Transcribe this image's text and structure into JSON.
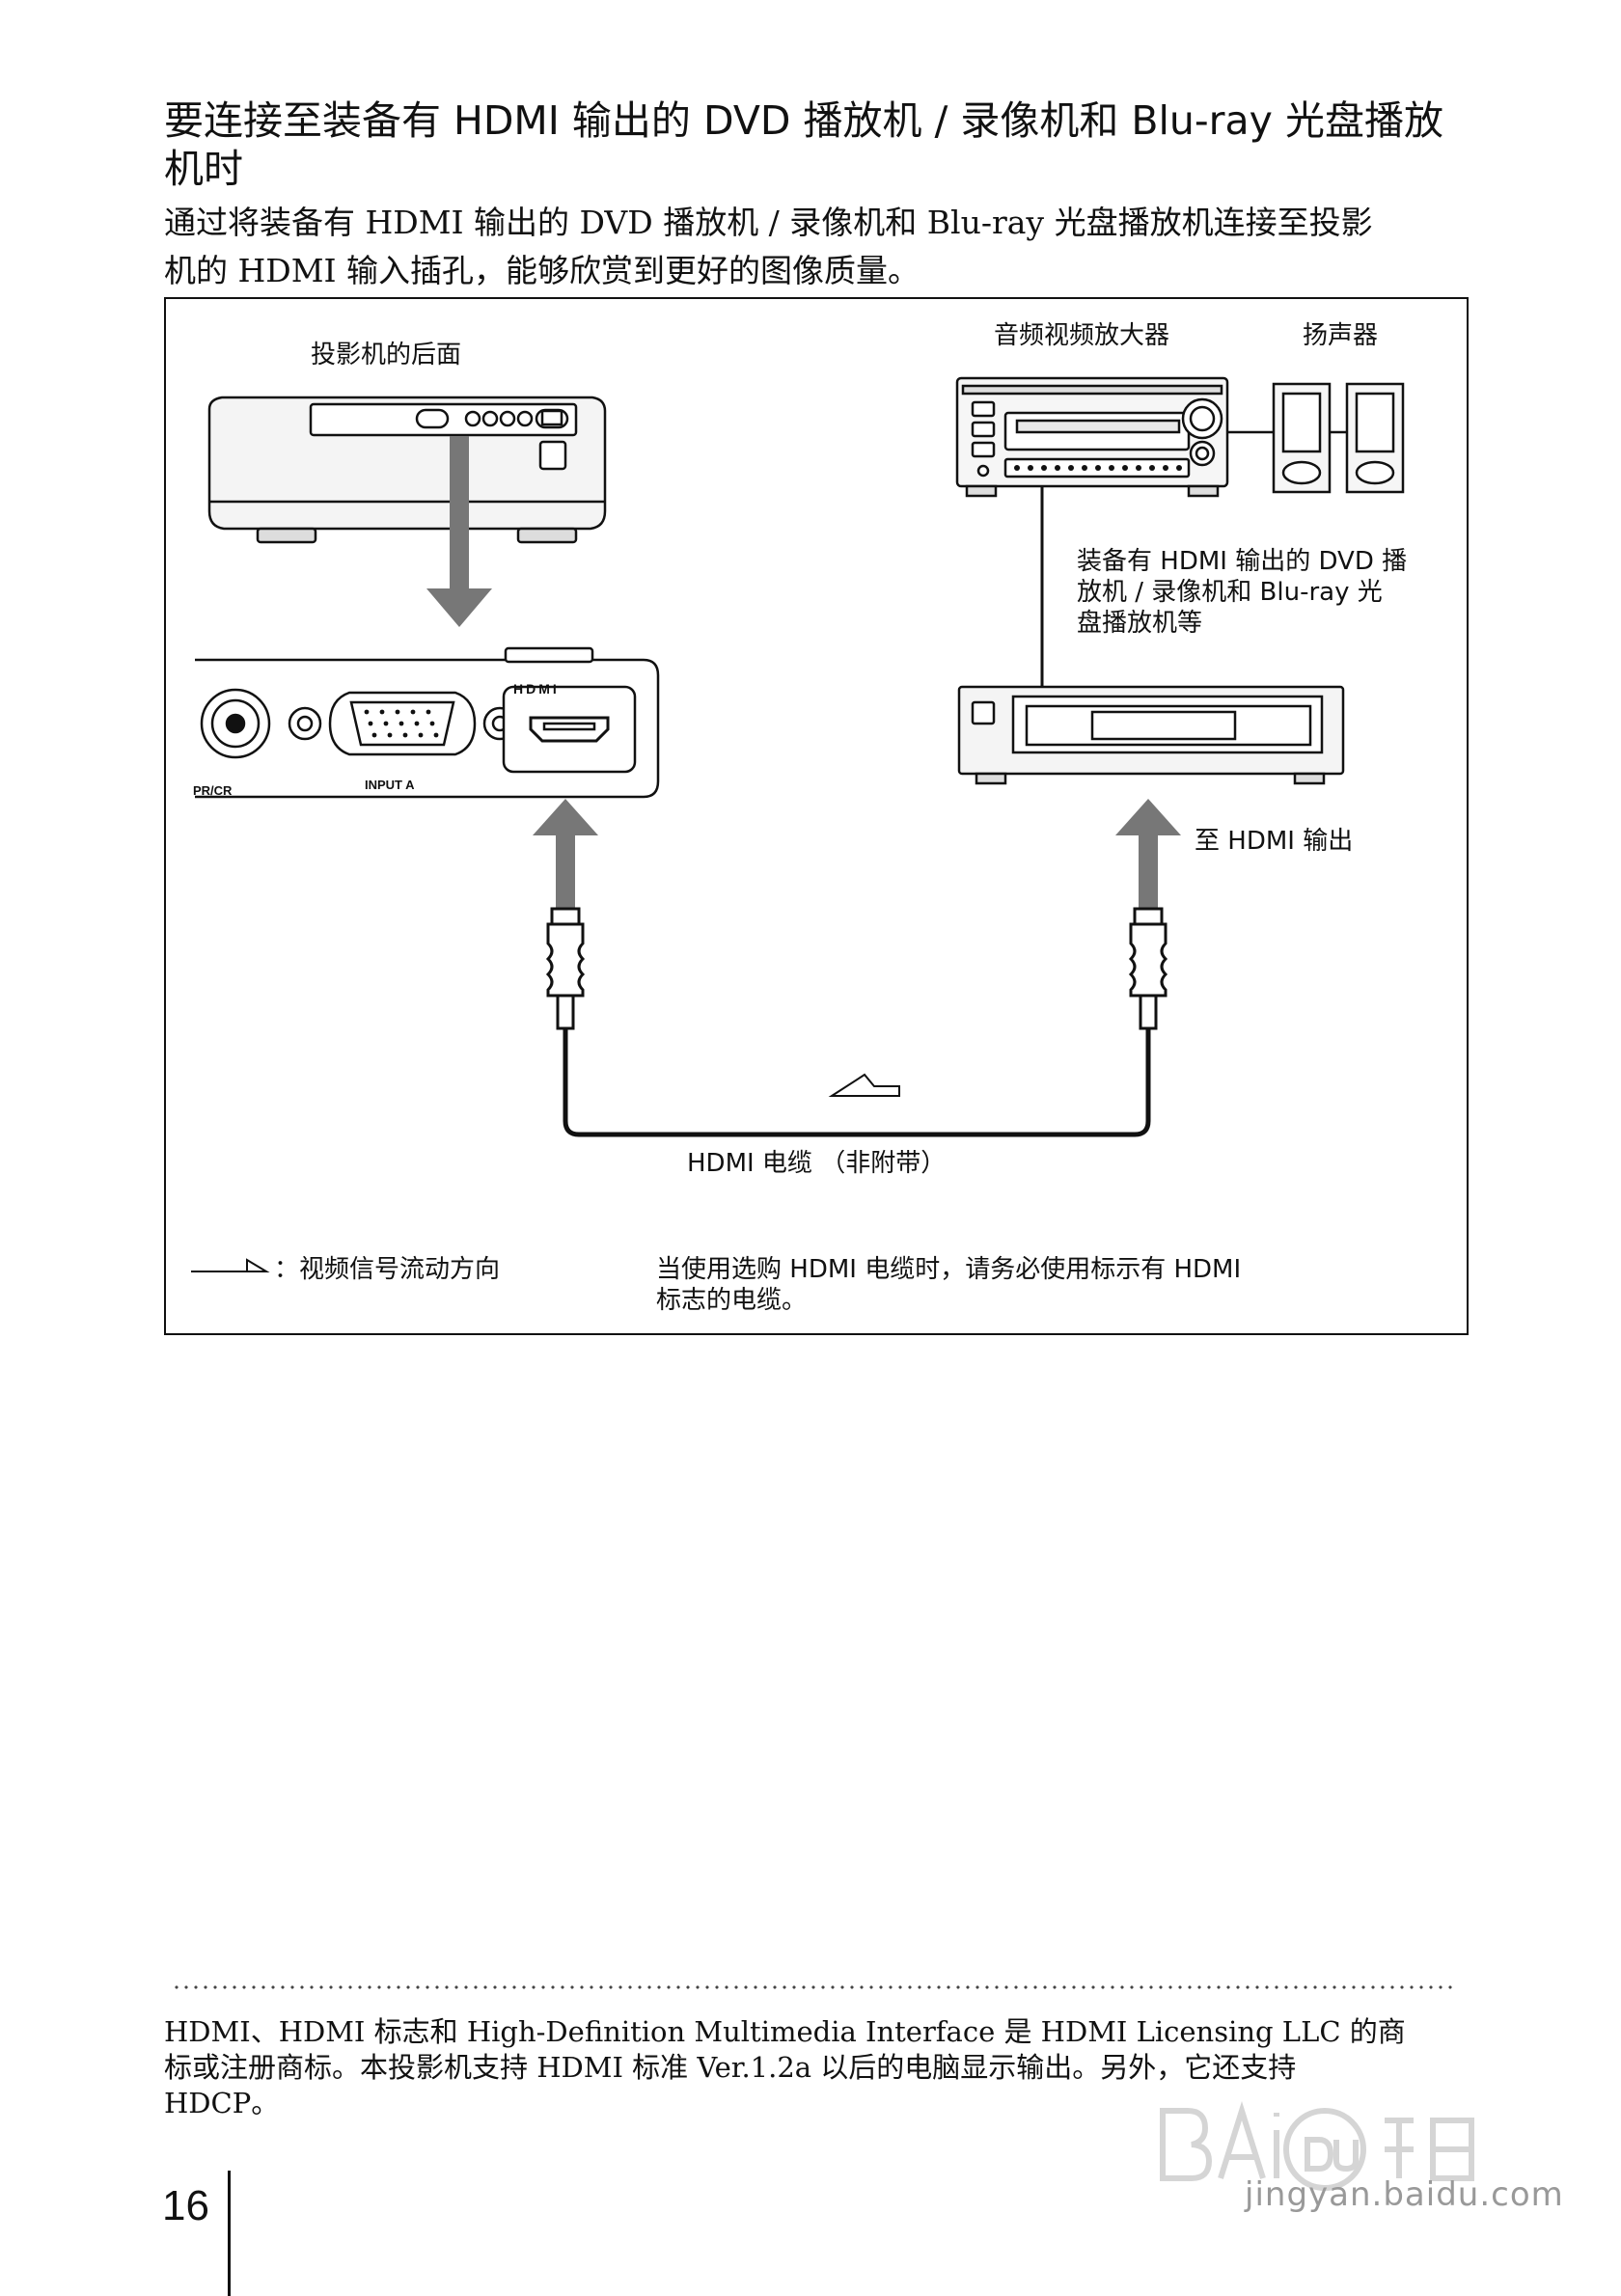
{
  "heading": {
    "line1": "要连接至装备有 HDMI 输出的 DVD 播放机 / 录像机和 Blu-ray 光盘播放",
    "line2": "机时"
  },
  "intro": {
    "line1": "通过将装备有 HDMI 输出的 DVD 播放机 / 录像机和 Blu-ray 光盘播放机连接至投影",
    "line2": "机的 HDMI 输入插孔，能够欣赏到更好的图像质量。"
  },
  "figure": {
    "projector_rear_label": "投影机的后面",
    "av_amplifier_label": "音频视频放大器",
    "speakers_label": "扬声器",
    "player_label": {
      "line1": "装备有 HDMI 输出的 DVD 播",
      "line2": "放机 / 录像机和 Blu-ray 光",
      "line3": "盘播放机等"
    },
    "port_pr_cr": "PR/CR",
    "port_input_a": "INPUT A",
    "hdmi_logo": "HDMI",
    "to_hdmi_output_label": "至 HDMI 输出",
    "hdmi_cable_label": "HDMI 电缆 （非附带）",
    "legend_text": "：视频信号流动方向",
    "note": {
      "line1": "当使用选购 HDMI 电缆时，请务必使用标示有 HDMI",
      "line2": "标志的电缆。"
    }
  },
  "footnote": {
    "line1": "HDMI、HDMI 标志和 High-Definition Multimedia Interface 是 HDMI Licensing LLC 的商",
    "line2": "标或注册商标。本投影机支持 HDMI 标准 Ver.1.2a 以后的电脑显示输出。另外，它还支持",
    "line3": "HDCP。"
  },
  "page_number": "16",
  "watermark": {
    "text": "jingyan.baidu.com"
  }
}
